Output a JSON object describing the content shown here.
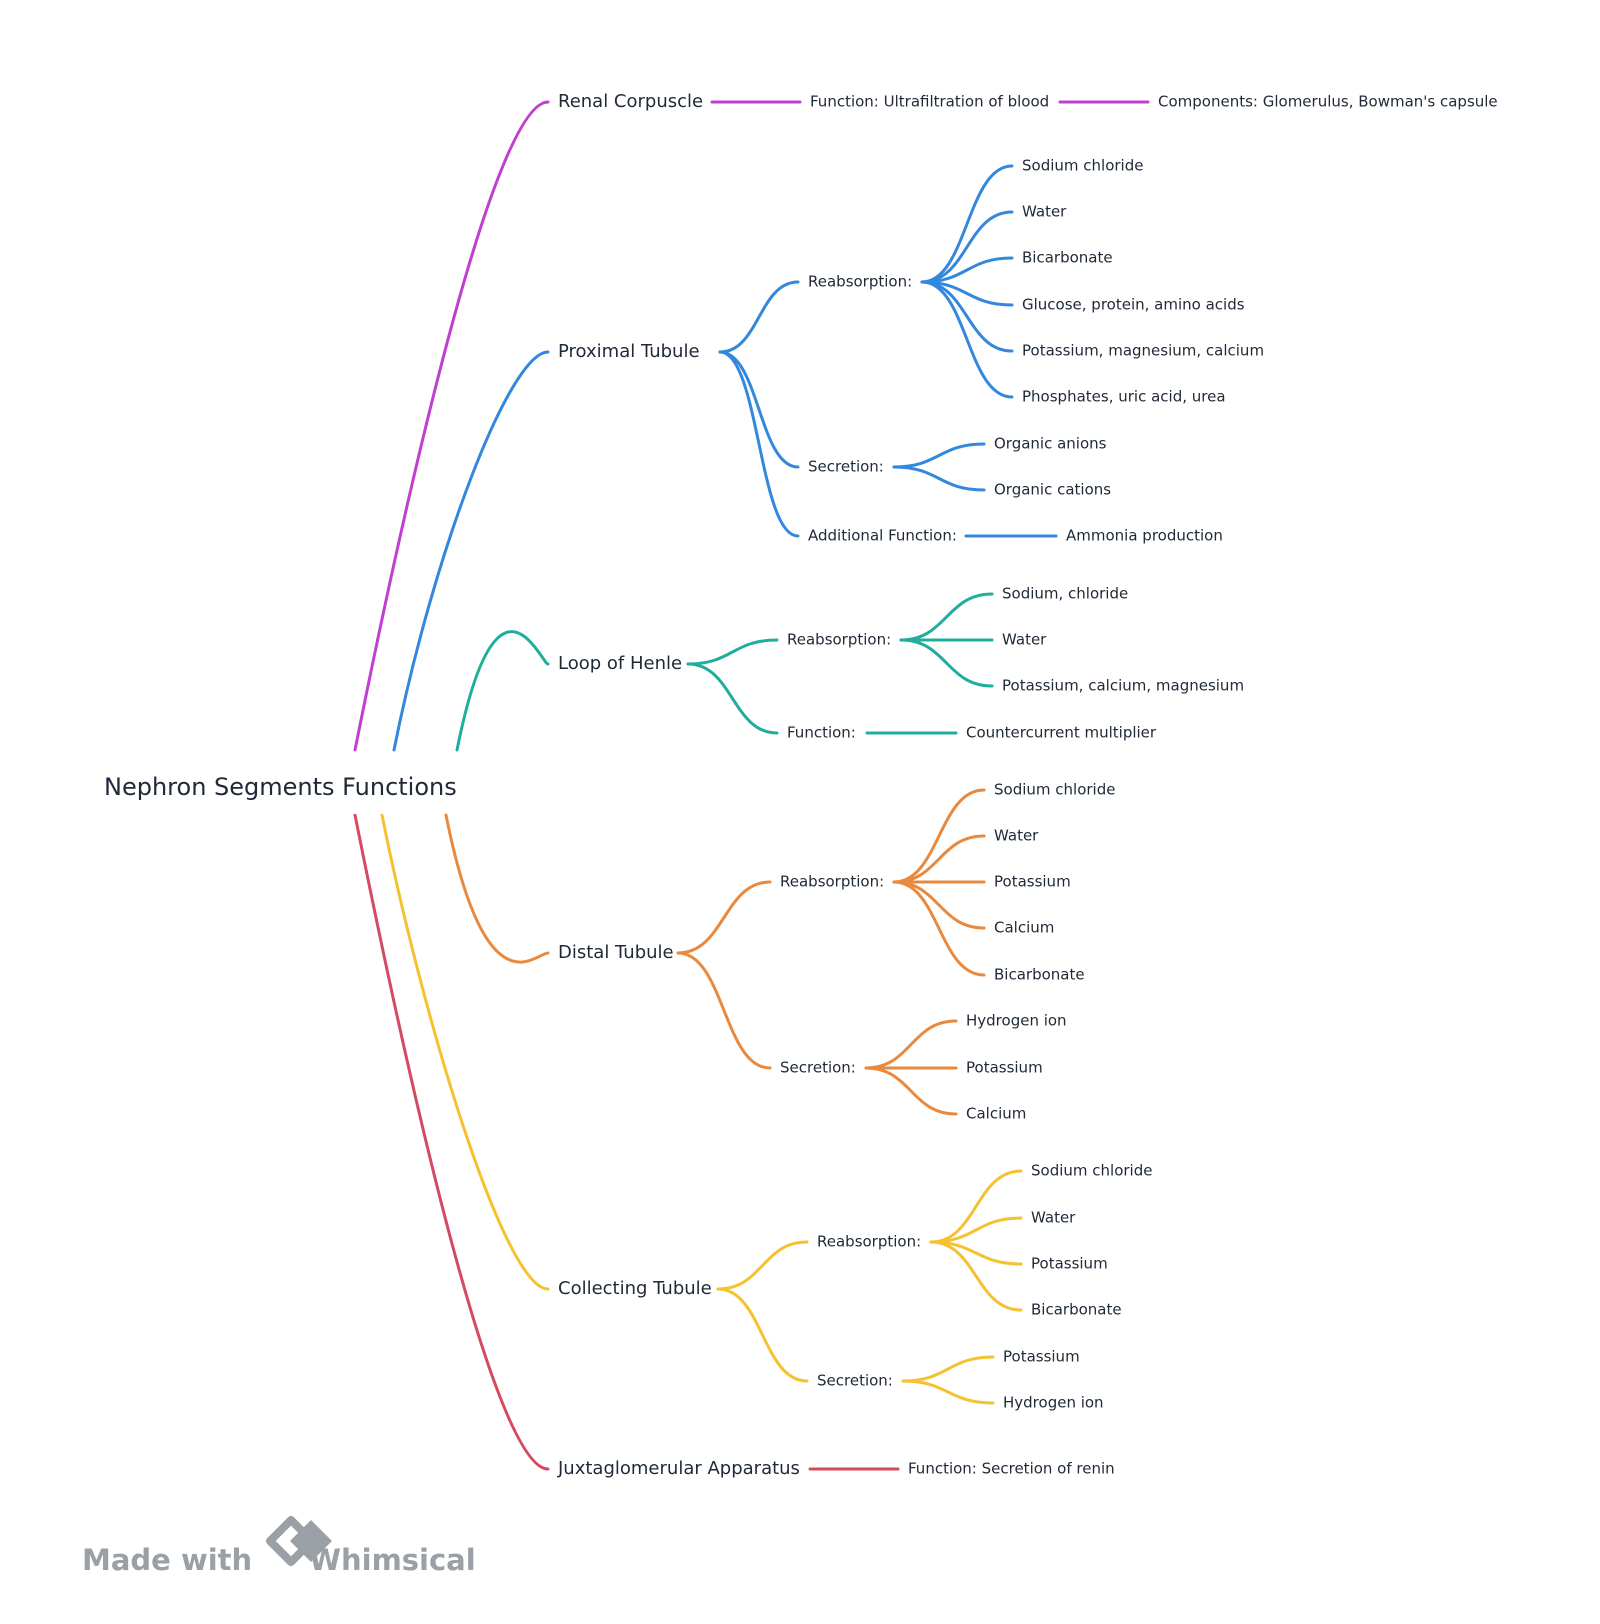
{
  "root": {
    "label": "Nephron Segments Functions"
  },
  "branches": [
    {
      "label": "Renal Corpuscle",
      "color": "#c13fd0",
      "children": [
        {
          "label": "Function: Ultrafiltration of blood",
          "children": [
            {
              "label": "Components: Glomerulus, Bowman's capsule"
            }
          ]
        }
      ]
    },
    {
      "label": "Proximal Tubule",
      "color": "#3388dd",
      "children": [
        {
          "label": "Reabsorption:",
          "children": [
            {
              "label": "Sodium chloride"
            },
            {
              "label": "Water"
            },
            {
              "label": "Bicarbonate"
            },
            {
              "label": "Glucose, protein, amino acids"
            },
            {
              "label": "Potassium, magnesium, calcium"
            },
            {
              "label": "Phosphates, uric acid, urea"
            }
          ]
        },
        {
          "label": "Secretion:",
          "children": [
            {
              "label": "Organic anions"
            },
            {
              "label": "Organic cations"
            }
          ]
        },
        {
          "label": "Additional Function:",
          "children": [
            {
              "label": "Ammonia production"
            }
          ]
        }
      ]
    },
    {
      "label": "Loop of Henle",
      "color": "#20ad9c",
      "children": [
        {
          "label": "Reabsorption:",
          "children": [
            {
              "label": "Sodium, chloride"
            },
            {
              "label": "Water"
            },
            {
              "label": "Potassium, calcium, magnesium"
            }
          ]
        },
        {
          "label": "Function:",
          "children": [
            {
              "label": "Countercurrent multiplier"
            }
          ]
        }
      ]
    },
    {
      "label": "Distal Tubule",
      "color": "#e8893e",
      "children": [
        {
          "label": "Reabsorption:",
          "children": [
            {
              "label": "Sodium chloride"
            },
            {
              "label": "Water"
            },
            {
              "label": "Potassium"
            },
            {
              "label": "Calcium"
            },
            {
              "label": "Bicarbonate"
            }
          ]
        },
        {
          "label": "Secretion:",
          "children": [
            {
              "label": "Hydrogen ion"
            },
            {
              "label": "Potassium"
            },
            {
              "label": "Calcium"
            }
          ]
        }
      ]
    },
    {
      "label": "Collecting Tubule",
      "color": "#f5c22f",
      "children": [
        {
          "label": "Reabsorption:",
          "children": [
            {
              "label": "Sodium chloride"
            },
            {
              "label": "Water"
            },
            {
              "label": "Potassium"
            },
            {
              "label": "Bicarbonate"
            }
          ]
        },
        {
          "label": "Secretion:",
          "children": [
            {
              "label": "Potassium"
            },
            {
              "label": "Hydrogen ion"
            }
          ]
        }
      ]
    },
    {
      "label": "Juxtaglomerular Apparatus",
      "color": "#d44a5e",
      "children": [
        {
          "label": "Function: Secretion of renin"
        }
      ]
    }
  ],
  "watermark": {
    "prefix": "Made with",
    "brand": "Whimsical",
    "icon": "whimsical-logo-icon",
    "color": "#9aa0a6"
  }
}
